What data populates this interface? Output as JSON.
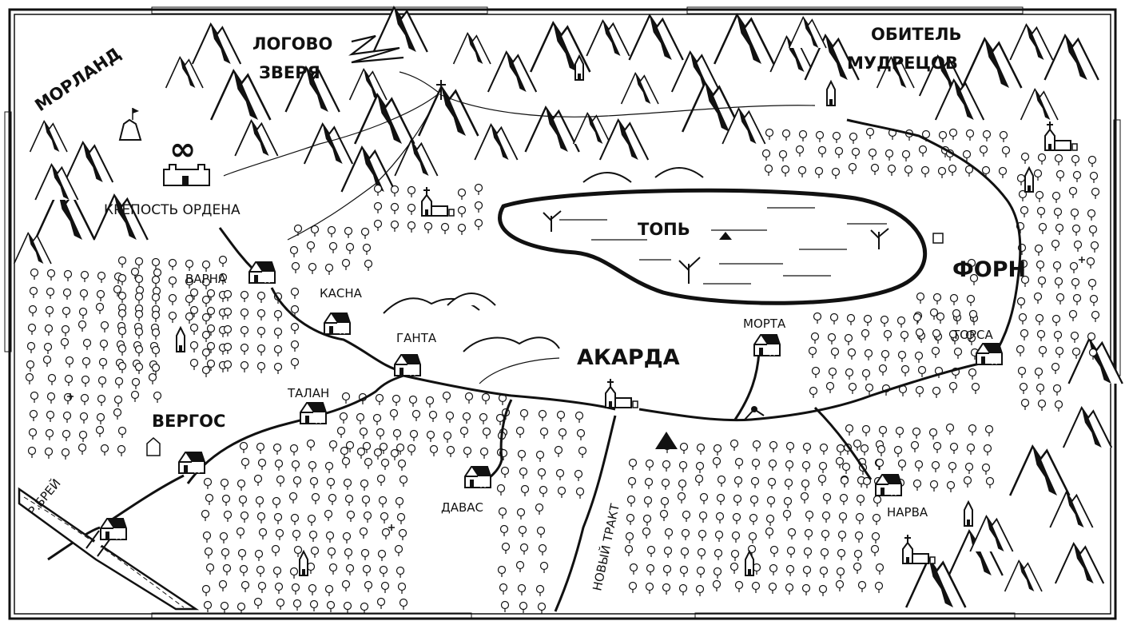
{
  "colors": {
    "ink": "#111111",
    "paper": "#ffffff",
    "forest_fill": "#ffffff"
  },
  "regions": {
    "morland": "МОРЛАНД",
    "lair_line1": "ЛОГОВО",
    "lair_line2": "ЗВЕРЯ",
    "abode_line1": "ОБИТЕЛЬ",
    "abode_line2": "МУДРЕЦОВ",
    "swamp": "ТОПЬ"
  },
  "places": {
    "fortress": "КРЕПОСТЬ ОРДЕНА",
    "varna": "ВАРНА",
    "kasna": "КАСНА",
    "ganta": "ГАНТА",
    "talan": "ТАЛАН",
    "vergos": "ВЕРГОС",
    "akarda": "АКАРДА",
    "morta": "МОРТА",
    "torsa": "ТОРСА",
    "forn": "ФОРН",
    "davas": "ДАВАС",
    "narva": "НАРВА"
  },
  "features": {
    "river": "Р.БРЕЙ",
    "road": "НОВЫЙ ТРАКТ",
    "order_symbol": "∞"
  },
  "icons": [
    "mountain-icon",
    "tree-icon",
    "house-icon",
    "church-icon",
    "tower-icon",
    "castle-icon",
    "signpost-icon",
    "beast-rune-icon",
    "dead-tree-icon"
  ]
}
